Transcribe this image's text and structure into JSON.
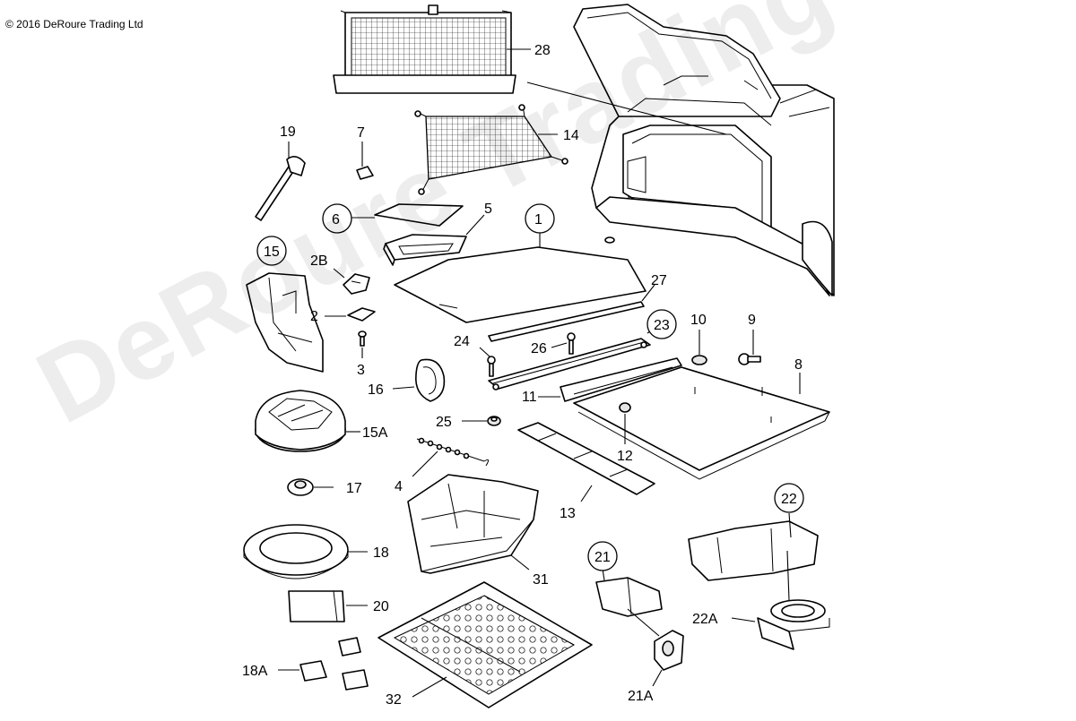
{
  "copyright": "© 2016 DeRoure Trading Ltd",
  "watermark": "DeRoure Trading Ltd",
  "callouts": {
    "c1": "1",
    "c2": "2",
    "c2B": "2B",
    "c3": "3",
    "c4": "4",
    "c5": "5",
    "c6": "6",
    "c7": "7",
    "c8": "8",
    "c9": "9",
    "c10": "10",
    "c11": "11",
    "c12": "12",
    "c13": "13",
    "c14": "14",
    "c15": "15",
    "c15A": "15A",
    "c16": "16",
    "c17": "17",
    "c18": "18",
    "c18A": "18A",
    "c19": "19",
    "c20": "20",
    "c21": "21",
    "c21A": "21A",
    "c22": "22",
    "c22A": "22A",
    "c23": "23",
    "c24": "24",
    "c25": "25",
    "c26": "26",
    "c27": "27",
    "c28": "28",
    "c31": "31",
    "c32": "32"
  }
}
